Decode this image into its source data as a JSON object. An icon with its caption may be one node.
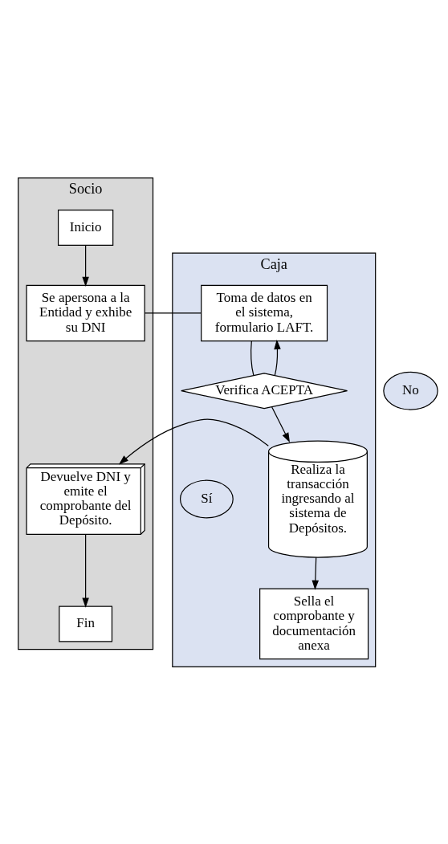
{
  "diagram": {
    "nodes": [
      {
        "text": [
          "Socio"
        ]
      },
      {
        "text": [
          "Caja"
        ]
      },
      {
        "text": [
          "Inicio"
        ],
        "in": 0
      },
      {
        "text": [
          "Se apersona a la Entidad y exhibe su DNI"
        ],
        "in": 0
      },
      {
        "text": [
          "Toma de datos en el sistema, formulario LAFT."
        ],
        "in": 1
      },
      {
        "text": [
          "No"
        ]
      },
      {
        "text": [
          "Verifica ACEPTA"
        ],
        "in": 1
      },
      {
        "text": [
          "Sí"
        ],
        "in": 1
      },
      {
        "text": [
          "Realiza la transacción ingresando al sistema de Depósitos."
        ],
        "in": 1
      },
      {
        "text": [
          "Devuelve DNI y emite el comprobante del Depósito."
        ],
        "in": 0
      },
      {
        "text": [
          "Fin"
        ],
        "in": 0
      },
      {
        "text": [
          "Sella el comprobante y documentación anexa"
        ],
        "in": 1
      }
    ],
    "edges": [
      {
        "from": 2,
        "to": 3,
        "arrow": "to"
      },
      {
        "from": 3,
        "to": 4,
        "arrow": "none"
      },
      {
        "from": 4,
        "to": 6,
        "arrow": "none"
      },
      {
        "from": 6,
        "to": 4,
        "arrow": "to"
      },
      {
        "from": 6,
        "to": 8,
        "arrow": "to"
      },
      {
        "from": 8,
        "to": 9,
        "arrow": "to"
      },
      {
        "from": 9,
        "to": 10,
        "arrow": "to"
      },
      {
        "from": 8,
        "to": 11,
        "arrow": "to"
      }
    ]
  }
}
